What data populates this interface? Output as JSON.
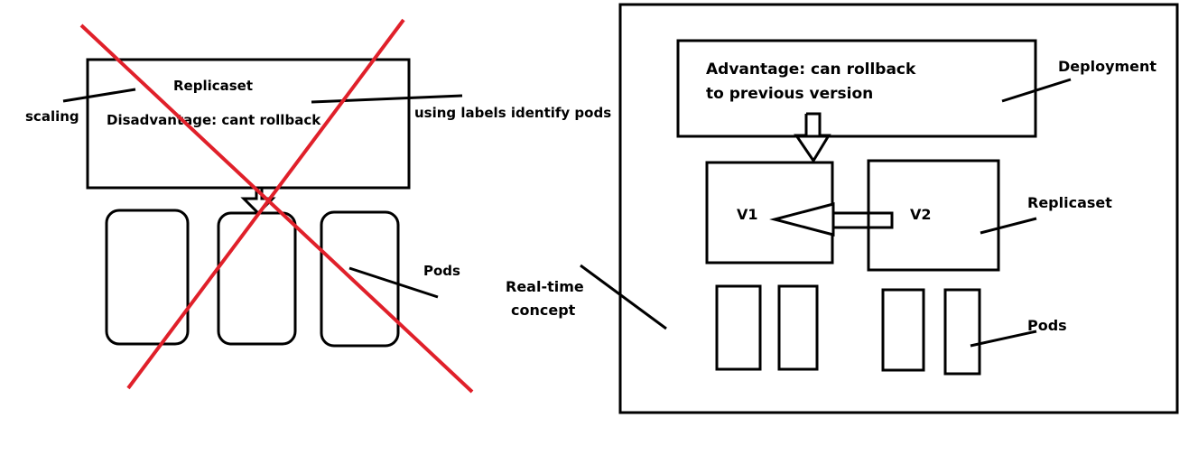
{
  "left": {
    "replicaset_label": "Replicaset",
    "disadvantage_label": "Disadvantage: cant rollback",
    "scaling_label": "scaling",
    "labels_label": "using labels identify pods",
    "pods_label": "Pods",
    "cross_color": "#e0202a"
  },
  "right": {
    "advantage_line1": "Advantage: can rollback",
    "advantage_line2": "to previous version",
    "deployment_label": "Deployment",
    "v1_label": "V1",
    "v2_label": "V2",
    "replicaset_label": "Replicaset",
    "pods_label": "Pods",
    "realtime_line1": "Real-time",
    "realtime_line2": "concept"
  }
}
